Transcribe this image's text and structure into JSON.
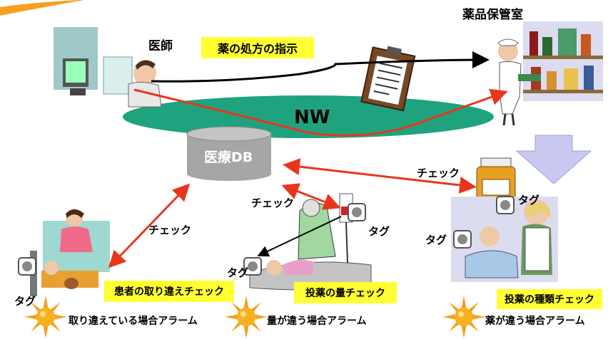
{
  "labels": {
    "doctor": "医師",
    "storage": "薬品保管室",
    "network": "NW",
    "database": "医療DB",
    "tag": "タグ",
    "check": "チェック"
  },
  "boxes": {
    "prescription": "薬の処方の指示",
    "patient_check": "患者の取り違えチェック",
    "amount_check": "投薬の量チェック",
    "type_check": "投薬の種類チェック"
  },
  "alarms": {
    "mixup": "取り違えている場合アラーム",
    "amount": "量が違う場合アラーム",
    "type": "薬が違う場合アラーム"
  },
  "colors": {
    "ellipse": "#1fa37f",
    "db": "#a6a6a6",
    "arrow_red": "#e8361c",
    "highlight": "#ffff33",
    "big_arrow": "#c8c8f0"
  }
}
